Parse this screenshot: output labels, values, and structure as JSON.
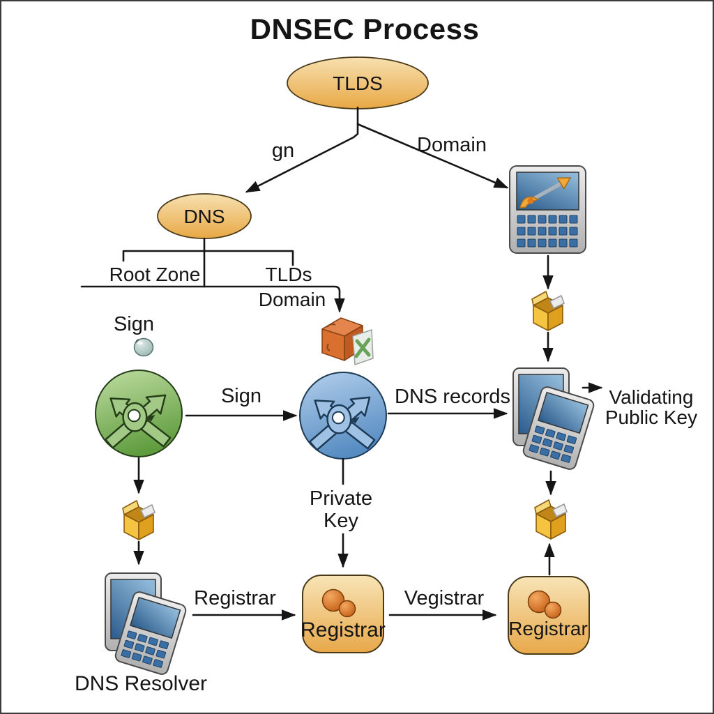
{
  "title": "DNSEC Process",
  "nodes": {
    "tlds": {
      "label": "TLDS"
    },
    "dns": {
      "label": "DNS"
    },
    "root_zone": {
      "label": "Root Zone"
    },
    "tlds_sub": {
      "label": "TLDs"
    },
    "sign_key": {
      "label": "Sign"
    },
    "validating": {
      "line1": "Validating",
      "line2": "Public Key"
    },
    "registrar_mid": {
      "label": "Registrar"
    },
    "registrar_right": {
      "label": "Registrar"
    },
    "dns_resolver": {
      "label": "DNS Resolver"
    }
  },
  "edges": {
    "gn": {
      "label": "gn"
    },
    "domain_top": {
      "label": "Domain"
    },
    "domain_sub": {
      "label": "Domain"
    },
    "sign": {
      "label": "Sign"
    },
    "dns_records": {
      "label": "DNS records"
    },
    "private_key": {
      "line1": "Private",
      "line2": "Key"
    },
    "registrar": {
      "label": "Registrar"
    },
    "vegistrar": {
      "label": "Vegistrar"
    }
  },
  "icons": {
    "crossed_arrows": "crossed-arrows-icon",
    "key_sphere": "sphere-icon",
    "package_box": "package-box-icon",
    "domain_cube": "cube-x-icon",
    "calculator": "calculator-icon",
    "device_pair": "device-pair-icon",
    "dart": "dart-arrow-icon",
    "orange_spheres": "orange-spheres-icon"
  },
  "colors": {
    "background": "#ffffff",
    "frame": "#3c3c3c",
    "line": "#151515",
    "text": "#151515",
    "node_fill_top": "#f7e0b0",
    "node_fill_bottom": "#e8a845",
    "node_stroke": "#4a3a18",
    "green_top": "#bcdb9e",
    "green_bottom": "#5f9c3e",
    "green_icon": "#a2c986",
    "green_stroke": "#243d18",
    "blue_top": "#b0cdea",
    "blue_bottom": "#568cc2",
    "blue_icon": "#9ec1e4",
    "blue_stroke": "#1c3a56",
    "registrar_top": "#f8e4b6",
    "registrar_bottom": "#e8a84a",
    "sphere_orange": "#f5a860",
    "sphere_orange_dark": "#c05a10",
    "package_yellow": "#f5c542",
    "package_dark": "#dfa01e",
    "package_lid": "#f7d876",
    "package_inner": "#c08618",
    "package_stroke": "#8a5c0c",
    "cube_top": "#e5854e",
    "cube_front": "#d9702f",
    "cube_side": "#c05a20",
    "cube_stroke": "#8a4316",
    "sheet": "#e9ede9",
    "sheet_green": "#69a35a",
    "device_body_light": "#ececec",
    "device_body_dark": "#b0b0b0",
    "device_stroke": "#4a4a4a",
    "screen_light": "#8fb8d8",
    "screen_dark": "#2f5f8f",
    "key_blue": "#3a6fa5",
    "dart_orange": "#f2a93b",
    "key_sphere_light": "#dfe9e6",
    "key_sphere_dark": "#8fb0aa"
  }
}
